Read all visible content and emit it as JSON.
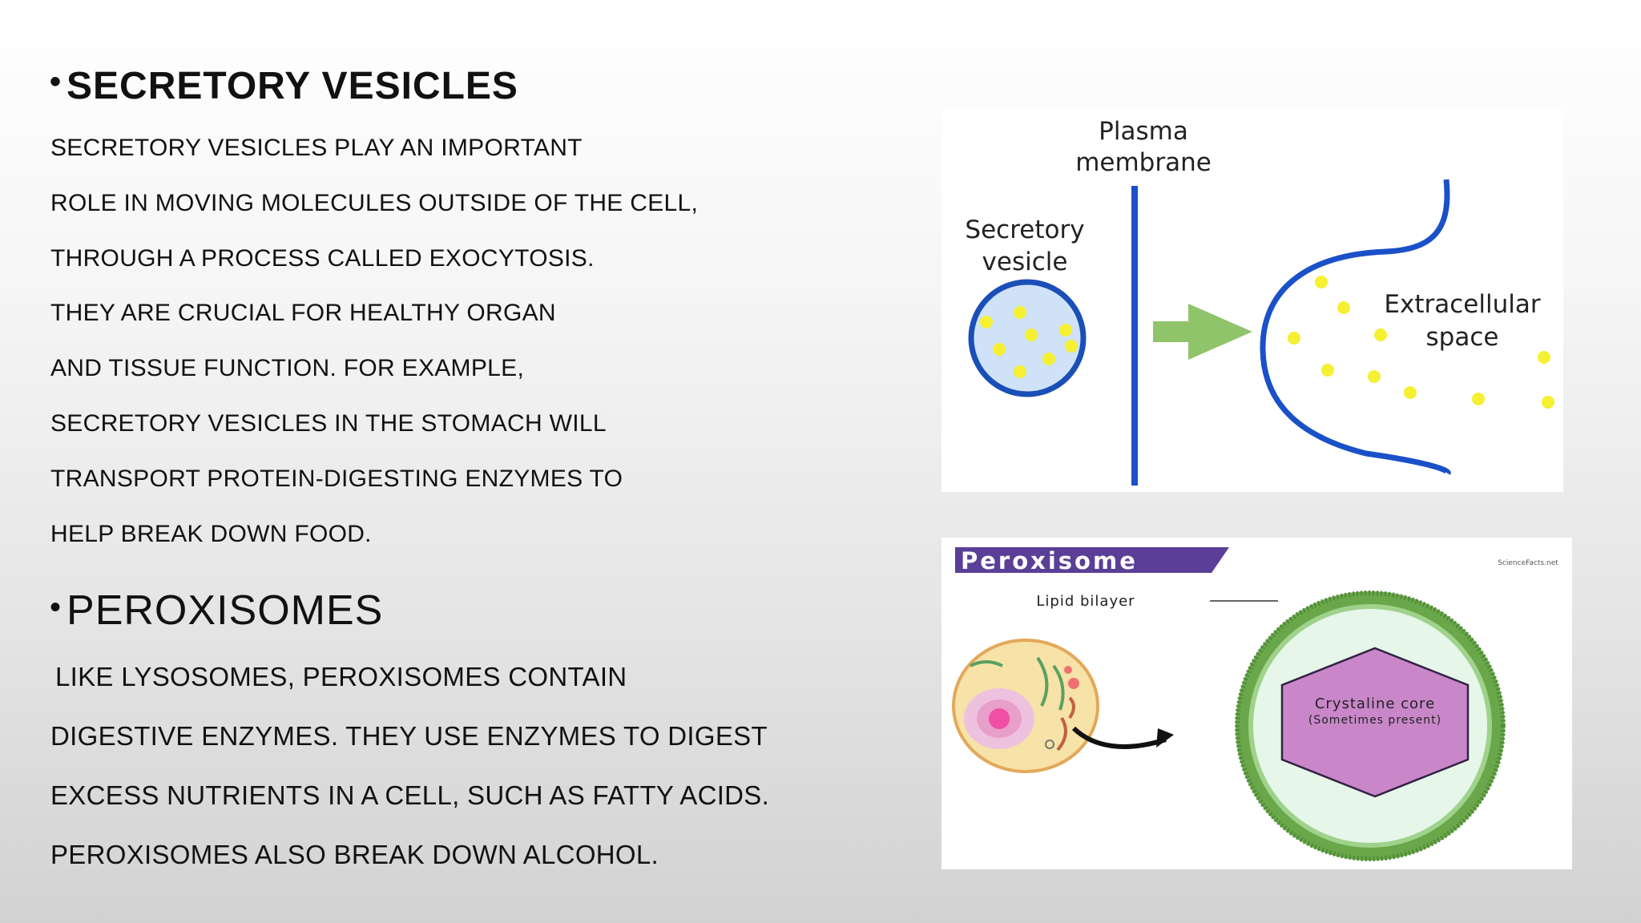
{
  "sections": [
    {
      "title": "SECRETORY VESICLES",
      "lines": [
        " SECRETORY VESICLES PLAY AN IMPORTANT",
        "ROLE IN MOVING MOLECULES OUTSIDE OF THE CELL,",
        "THROUGH A PROCESS CALLED EXOCYTOSIS.",
        "THEY ARE CRUCIAL FOR HEALTHY ORGAN",
        "AND TISSUE FUNCTION. FOR EXAMPLE,",
        "SECRETORY VESICLES IN THE STOMACH WILL",
        "TRANSPORT PROTEIN-DIGESTING ENZYMES TO",
        "HELP BREAK DOWN FOOD."
      ]
    },
    {
      "title": "PEROXISOMES",
      "lines": [
        "LIKE LYSOSOMES, PEROXISOMES CONTAIN",
        "DIGESTIVE ENZYMES. THEY USE ENZYMES TO DIGEST",
        "EXCESS NUTRIENTS IN A CELL, SUCH AS FATTY ACIDS.",
        "PEROXISOMES ALSO BREAK DOWN ALCOHOL."
      ]
    }
  ],
  "bullet": "•",
  "figure_exocytosis": {
    "plasma_membrane": [
      "Plasma",
      "membrane"
    ],
    "secretory_vesicle": [
      "Secretory",
      "vesicle"
    ],
    "extracellular_space": [
      "Extracellular",
      "space"
    ],
    "colors": {
      "membrane": "#1a50c8",
      "vesicle_fill": "#cfe2f7",
      "particle": "#f5f032",
      "arrow": "#8fc46b"
    }
  },
  "figure_peroxisome": {
    "title": "Peroxisome",
    "credit": "ScienceFacts.net",
    "lipid_bilayer": "Lipid bilayer",
    "core": [
      "Crystaline core",
      "(Sometimes present)"
    ],
    "colors": {
      "title_bar": "#5b3e97",
      "bilayer": "#6aa64a",
      "interior": "#e6f7ea",
      "core": "#c987c9"
    }
  }
}
